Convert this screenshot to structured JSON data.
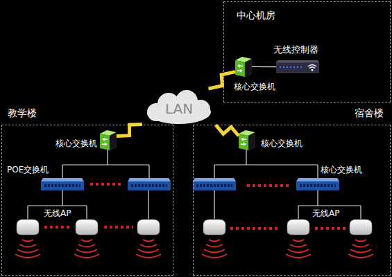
{
  "diagram": {
    "nodes": [
      {
        "text": [
          "中心机房"
        ]
      },
      {
        "text": [
          "核心交换机"
        ],
        "in": 0
      },
      {
        "text": [
          "无线控制器"
        ],
        "in": 0
      },
      {
        "text": [
          "LAN"
        ]
      },
      {
        "text": [
          "教学楼"
        ]
      },
      {
        "text": [
          "核心交换机"
        ],
        "in": 4
      },
      {
        "text": [
          "宿舍楼"
        ]
      },
      {
        "text": [
          "核心交换机"
        ],
        "in": 6
      }
    ],
    "edges": [
      {
        "from": 3,
        "to": 1,
        "arrow": "none"
      },
      {
        "from": 3,
        "to": 5,
        "arrow": "none"
      },
      {
        "from": 3,
        "to": 7,
        "arrow": "none"
      },
      {
        "from": 1,
        "to": 2,
        "arrow": "none"
      }
    ],
    "labels": [
      "POE交换机",
      "无线AP",
      "核心交换机",
      "无线AP"
    ]
  }
}
